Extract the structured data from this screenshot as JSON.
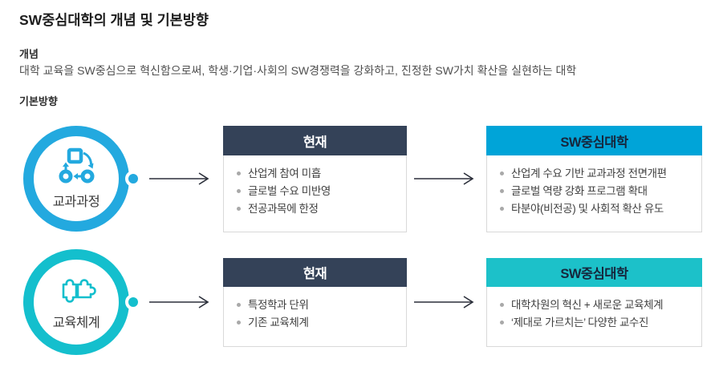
{
  "page": {
    "title": "SW중심대학의 개념 및 기본방향",
    "concept_heading": "개념",
    "concept_body": "대학 교육을 SW중심으로 혁신함으로써, 학생·기업·사회의 SW경쟁력을 강화하고, 진정한 SW가치 확산을 실현하는 대학",
    "direction_heading": "기본방향"
  },
  "colors": {
    "navy_header": "#344258",
    "row1_accent": "#00A4D8",
    "row1_ring": "#23A9DF",
    "row2_accent": "#1CC1C9",
    "row2_ring": "#14BFCD",
    "box_border": "#d9d9d9",
    "bullet_text": "#3f3f3f"
  },
  "rows": [
    {
      "circle": {
        "label": "교과과정",
        "icon": "workflow-icon"
      },
      "current": {
        "title": "현재",
        "items": [
          "산업계 참여 미흡",
          "글로벌 수요 미반영",
          "전공과목에 한정"
        ]
      },
      "future": {
        "title": "SW중심대학",
        "items": [
          "산업계 수요 기반 교과과정 전면개편",
          "글로벌 역량 강화 프로그램 확대",
          "타분야(비전공) 및 사회적 확산 유도"
        ]
      }
    },
    {
      "circle": {
        "label": "교육체계",
        "icon": "puzzle-icon"
      },
      "current": {
        "title": "현재",
        "items": [
          "특정학과 단위",
          "기존 교육체계"
        ]
      },
      "future": {
        "title": "SW중심대학",
        "items": [
          "대학차원의 혁신 + 새로운 교육체계",
          "‘제대로 가르치는’ 다양한 교수진"
        ]
      }
    }
  ]
}
